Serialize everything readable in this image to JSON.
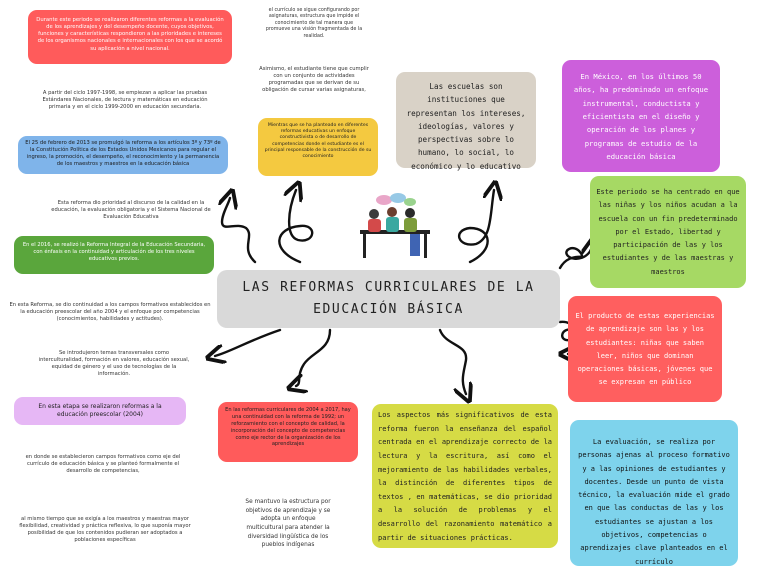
{
  "title": "LAS REFORMAS CURRICULARES DE LA EDUCACIÓN BÁSICA",
  "colors": {
    "red": "#ff5b5b",
    "blue": "#7fb4ea",
    "green": "#5aa63c",
    "purple": "#e6b7f5",
    "beige": "#d9d2c7",
    "yellow": "#f4c940",
    "magenta": "#cc5fdb",
    "lime": "#a6d964",
    "coral": "#ff5f5f",
    "olive": "#d6db45",
    "cyan": "#7ed3ec"
  },
  "nodes": {
    "red_top": "Durante este periodo se realizaron diferentes reformas a la evaluación de los aprendizajes y del desempeño docente, cuyos objetivos, funciones y características respondieron a las prioridades e intereses de los organismos nacionales e internacionales con los que se acordó su aplicación a nivel nacional.",
    "text_1997": "A partir del ciclo 1997-1998, se empiezan a aplicar las pruebas Estándares Nacionales, de lectura y matemáticas en educación primaria y en el ciclo 1999-2000 en educación secundaria.",
    "blue_2013": "El 25 de febrero de 2013 se promulgó la reforma a los artículos 3º y 73º de la Constitución Política de los Estados Unidos Mexicanos para regular el ingreso, la promoción, el desempeño, el reconocimiento y la permanencia de los maestros y maestros en la educación básica",
    "text_esta_reforma": "Esta reforma dio prioridad al discurso de la calidad en la educación, la evaluación obligatoria y el Sistema Nacional de Evaluación Educativa",
    "green_2016": "En el 2016, se realizó la Reforma Integral de la Educación Secundaria, con énfasis en la continuidad y articulación de los tres niveles educativos previos.",
    "text_2004": "En esta Reforma, se dio continuidad a los campos formativos establecidos en la educación preescolar del año 2004 y el enfoque por competencias (conocimientos, habilidades y actitudes).",
    "text_introdujeron": "Se introdujeron temas transversales como interculturalidad, formación en valores, educación sexual, equidad de género y el uso de tecnologías de la información.",
    "purple_preescolar": "En esta etapa se realizaron reformas a la educación preescolar (2004)",
    "text_en_donde": "en donde se establecieron campos formativos como eje del currículo de educación básica y se planteó formalmente el desarrollo de competencias,",
    "text_al_mismo": "al mismo tiempo que se exigía a los maestros y maestras mayor flexibilidad, creatividad y práctica reflexiva, lo que suponía mayor posibilidad de que los contenidos pudieran ser adoptados a poblaciones específicas",
    "text_curriculo": "el currículo se sigue configurando por asignaturas, estructura que impide el conocimiento de tal manera que promueve una visión fragmentada de la realidad.",
    "text_asimismo": "Asimismo, el estudiante tiene que cumplir con un conjunto de actividades programadas que se derivan de su obligación de cursar varias asignaturas,",
    "yellow_mientras": "Mientras que se ha planteado en diferentes reformas educativas un enfoque constructivista o de desarrollo de competencias donde el estudiante es el principal responsable de la construcción de su conocimiento",
    "beige_escuelas": "Las escuelas son instituciones que representan los intereses, ideologías, valores y perspectivas sobre lo humano, lo social, lo económico y lo educativo",
    "magenta_mexico": "En México, en los últimos 50 años, ha predominado un enfoque instrumental, conductista y eficientista en el diseño y operación de los planes y programas de estudio de la educación básica",
    "lime_periodo": "Este periodo se ha centrado en que las niñas y los niños acudan a la escuela con un fin predeterminado por el Estado, libertad y participación de las y los estudiantes y de las maestras y maestros",
    "coral_producto": "El producto de estas experiencias de aprendizaje son las y los estudiantes: niñas que saben leer, niños que dominan operaciones básicas, jóvenes que se expresan en público",
    "red_2004_2017": "En las reformas curriculares de 2004 a 2017, hay una continuidad con la reforma de 1992; un reforzamiento con el concepto de calidad, la incorporación del concepto de competencias como eje rector de la organización de los aprendizajes",
    "text_se_mantuvo": "Se mantuvo la estructura por objetivos de aprendizaje y se adopta un enfoque multicultural para atender la diversidad lingüística de los pueblos indígenas",
    "olive_aspectos": "Los aspectos más significativos de esta reforma fueron la enseñanza del español centrada en el aprendizaje correcto de la lectura y la escritura, así como el mejoramiento de las habilidades verbales, la distinción de diferentes tipos de textos , en matemáticas, se dio prioridad a la solución de problemas y el desarrollo del razonamiento matemático a partir de situaciones prácticas.",
    "cyan_evaluacion": "La evaluación, se realiza por personas ajenas al proceso formativo y a las opiniones de estudiantes y docentes. Desde un punto de vista técnico, la evaluación mide el grado en que las conductas de las y los estudiantes se ajustan a los objetivos, competencias o aprendizajes clave planteados en el currículo"
  }
}
